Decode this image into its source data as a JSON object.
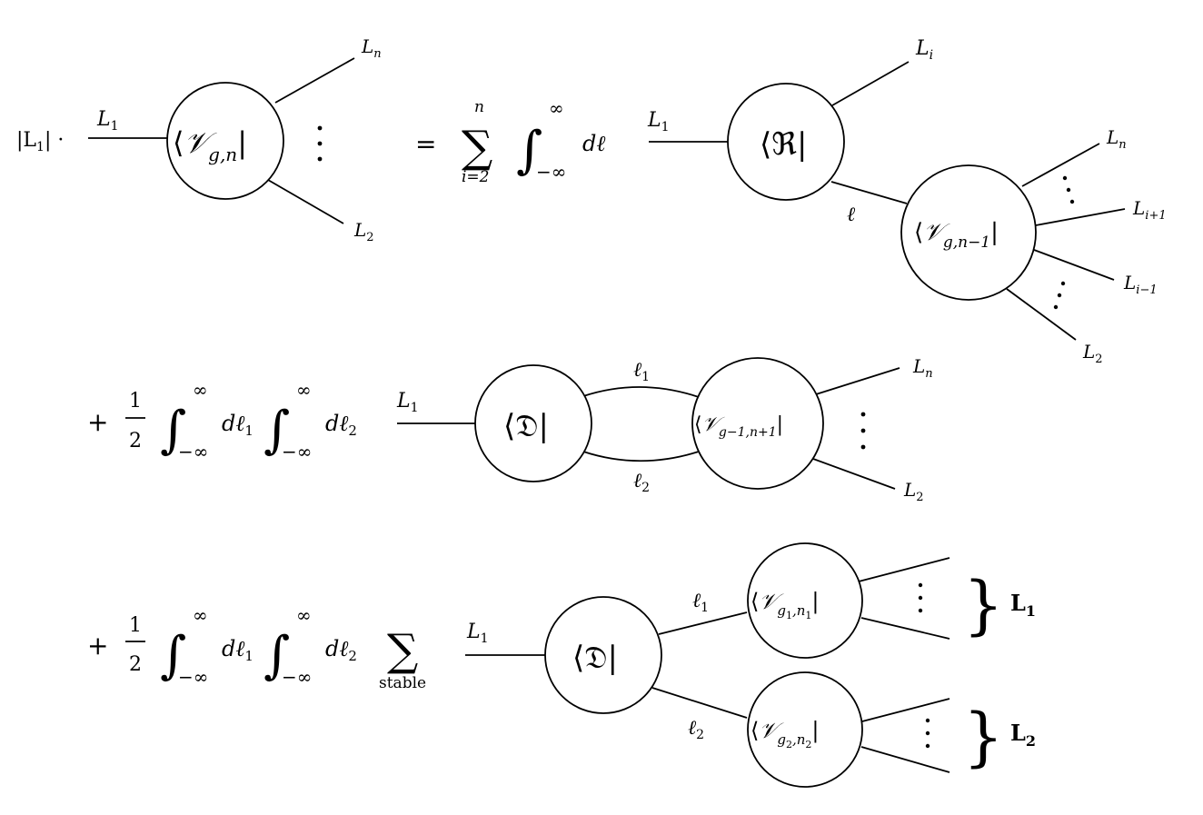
{
  "row1": {
    "prefix": "|L",
    "prefix_sub": "1",
    "prefix_tail": "| ·",
    "left_leg": {
      "label": "L",
      "sub": "1"
    },
    "vertex": {
      "open": "⟨",
      "symbol": "𝒱",
      "sub": "g,n",
      "close": "|"
    },
    "legs": [
      {
        "label": "L",
        "sub": "n"
      },
      {
        "label": "L",
        "sub": "2"
      }
    ],
    "equals": "=",
    "sum": {
      "symbol": "∑",
      "upper": "n",
      "lower": "i=2"
    },
    "integral": {
      "symbol": "∫",
      "upper": "∞",
      "lower": "−∞",
      "measure": "dℓ"
    },
    "rhs_leg": {
      "label": "L",
      "sub": "1"
    },
    "r_vertex": {
      "open": "⟨",
      "symbol": "ℜ",
      "close": "|"
    },
    "r_leg": {
      "label": "L",
      "sub": "i"
    },
    "internal": "ℓ",
    "v_vertex": {
      "open": "⟨",
      "symbol": "𝒱",
      "sub": "g,n−1",
      "close": "|"
    },
    "v_legs": [
      {
        "label": "L",
        "sub": "n"
      },
      {
        "label": "L",
        "sub": "i+1"
      },
      {
        "label": "L",
        "sub": "i−1"
      },
      {
        "label": "L",
        "sub": "2"
      }
    ]
  },
  "row2": {
    "plus": "+",
    "frac": {
      "num": "1",
      "den": "2"
    },
    "int1": {
      "symbol": "∫",
      "upper": "∞",
      "lower": "−∞",
      "measure": "dℓ",
      "sub": "1"
    },
    "int2": {
      "symbol": "∫",
      "upper": "∞",
      "lower": "−∞",
      "measure": "dℓ",
      "sub": "2"
    },
    "left_leg": {
      "label": "L",
      "sub": "1"
    },
    "d_vertex": {
      "open": "⟨",
      "symbol": "𝔇",
      "close": "|"
    },
    "top_edge": {
      "label": "ℓ",
      "sub": "1"
    },
    "bottom_edge": {
      "label": "ℓ",
      "sub": "2"
    },
    "v_vertex": {
      "open": "⟨",
      "symbol": "𝒱",
      "sub": "g−1,n+1",
      "close": "|"
    },
    "legs": [
      {
        "label": "L",
        "sub": "n"
      },
      {
        "label": "L",
        "sub": "2"
      }
    ]
  },
  "row3": {
    "plus": "+",
    "frac": {
      "num": "1",
      "den": "2"
    },
    "int1": {
      "symbol": "∫",
      "upper": "∞",
      "lower": "−∞",
      "measure": "dℓ",
      "sub": "1"
    },
    "int2": {
      "symbol": "∫",
      "upper": "∞",
      "lower": "−∞",
      "measure": "dℓ",
      "sub": "2"
    },
    "sum": {
      "symbol": "∑",
      "lower": "stable"
    },
    "left_leg": {
      "label": "L",
      "sub": "1"
    },
    "d_vertex": {
      "open": "⟨",
      "symbol": "𝔇",
      "close": "|"
    },
    "edge1": {
      "label": "ℓ",
      "sub": "1"
    },
    "edge2": {
      "label": "ℓ",
      "sub": "2"
    },
    "v1": {
      "open": "⟨",
      "symbol": "𝒱",
      "sub": "g",
      "subsub": "1",
      "sub2": ",n",
      "subsub2": "1",
      "close": "|"
    },
    "v2": {
      "open": "⟨",
      "symbol": "𝒱",
      "sub": "g",
      "subsub": "2",
      "sub2": ",n",
      "subsub2": "2",
      "close": "|"
    },
    "brace1": {
      "symbol": "}",
      "label": "L",
      "sub": "1"
    },
    "brace2": {
      "symbol": "}",
      "label": "L",
      "sub": "2"
    }
  }
}
